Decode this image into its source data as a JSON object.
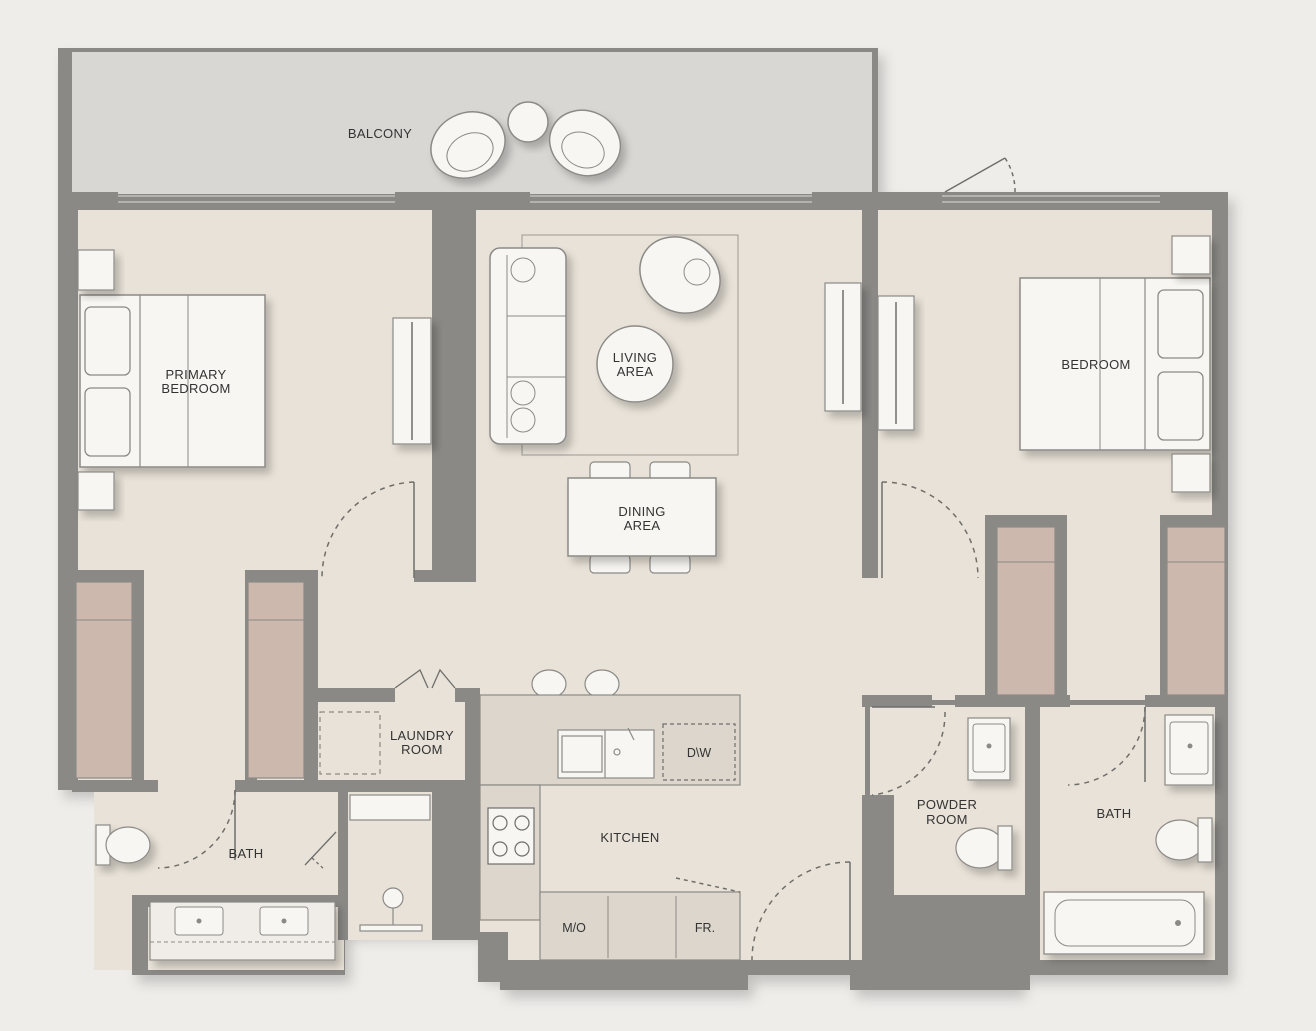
{
  "colors": {
    "page_background": "#efedea",
    "floor": "#e8e2d8",
    "balcony": "#d9d7d4",
    "wall": "#8a8986",
    "wall_edge": "#6f6e6b",
    "furniture": "#f7f6f3",
    "furniture_stroke": "#8c8a86",
    "wardrobe": "#cdb8ad",
    "counter": "#dcd6cc"
  },
  "rooms": {
    "balcony": {
      "label": "BALCONY"
    },
    "primary_bedroom": {
      "line1": "PRIMARY",
      "line2": "BEDROOM"
    },
    "living_area": {
      "line1": "LIVING",
      "line2": "AREA"
    },
    "dining_area": {
      "line1": "DINING",
      "line2": "AREA"
    },
    "bedroom": {
      "label": "BEDROOM"
    },
    "laundry_room": {
      "line1": "LAUNDRY",
      "line2": "ROOM"
    },
    "kitchen": {
      "label": "KITCHEN"
    },
    "primary_bath": {
      "label": "BATH"
    },
    "powder_room": {
      "line1": "POWDER",
      "line2": "ROOM"
    },
    "bedroom_bath": {
      "label": "BATH"
    }
  },
  "appliances": {
    "dishwasher": {
      "label": "D\\W"
    },
    "microwave": {
      "label": "M/O"
    },
    "fridge": {
      "label": "FR."
    }
  }
}
